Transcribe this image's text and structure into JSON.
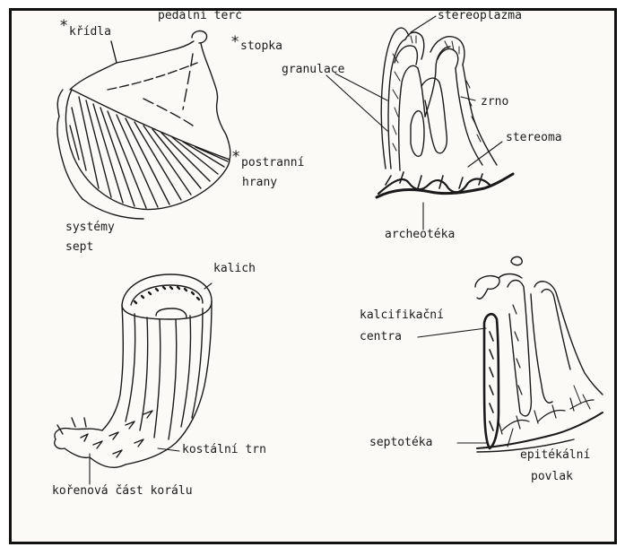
{
  "labels": {
    "kridla": "křídla",
    "pedalni_terc": "pedální terč",
    "stopka": "stopka",
    "postranni": "postranní",
    "hrany": "hrany",
    "systemy": "systémy",
    "sept": "sept",
    "stereoplazma": "stereoplazma",
    "granulace": "granulace",
    "zrno": "zrno",
    "stereoma": "stereoma",
    "archeoteka": "archeotéka",
    "kalich": "kalich",
    "kostalni_trn": "kostální trn",
    "korenova_cast": "kořenová část korálu",
    "kalcifikacni": "kalcifikační",
    "centra": "centra",
    "septoteka": "septotéka",
    "epitekalni": "epitékální",
    "povlak": "povlak"
  },
  "markers": {
    "asterisk": "*"
  },
  "colors": {
    "ink": "#1a1a1a",
    "paper": "#fbfaf6",
    "border": "#111111"
  }
}
